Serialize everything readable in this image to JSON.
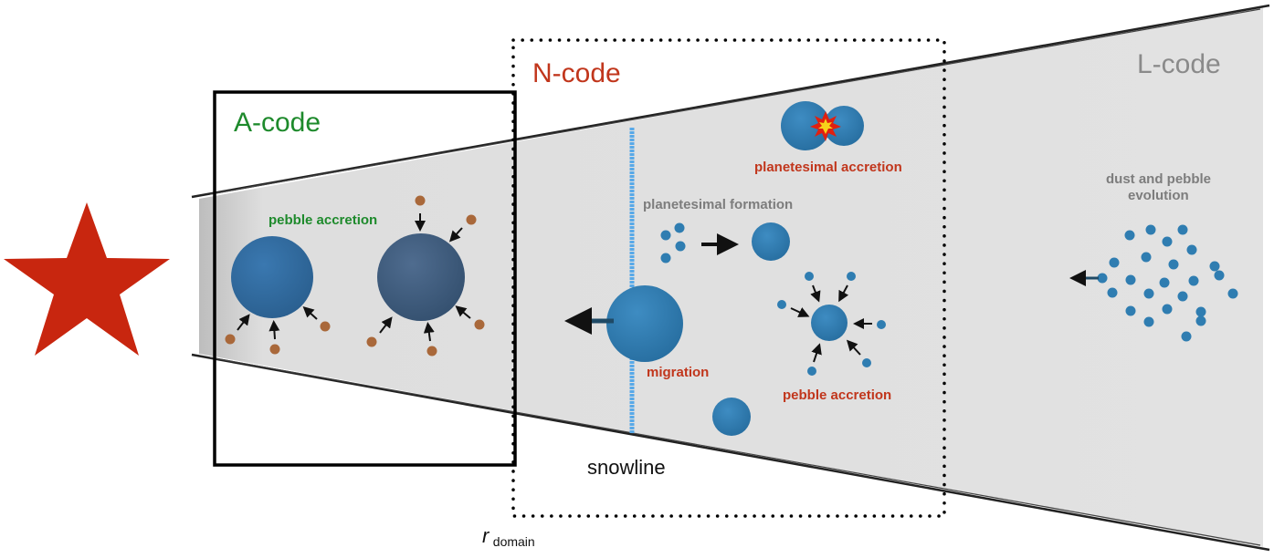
{
  "labels": {
    "a_code": "A-code",
    "n_code": "N-code",
    "l_code": "L-code",
    "pebble_accretion_a": "pebble accretion",
    "planetesimal_accretion": "planetesimal accretion",
    "planetesimal_formation": "planetesimal formation",
    "migration": "migration",
    "pebble_accretion_n": "pebble accretion",
    "dust_pebble_line1": "dust and pebble",
    "dust_pebble_line2": "evolution",
    "snowline": "snowline",
    "r_domain_main": "r",
    "r_domain_sub": "domain"
  },
  "colors": {
    "a_code": "#1e8a2c",
    "n_code": "#c1361c",
    "l_code": "#8a8a8a",
    "star": "#c8260f",
    "process_red": "#c1361c",
    "process_green": "#1e8a2c",
    "process_gray": "#7d7d7d",
    "disk": "#e0e0e0",
    "pebble_brown": "#a9683a",
    "planet_blue": "#2f7db1",
    "snowline": "#58a9e8"
  },
  "icons": [
    "star-icon",
    "collision-burst-icon",
    "arrow-icon"
  ]
}
